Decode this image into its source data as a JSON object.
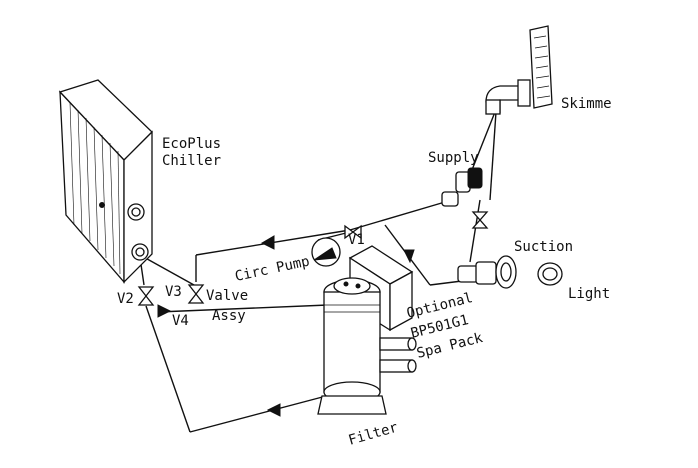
{
  "labels": {
    "chiller_line1": "EcoPlus",
    "chiller_line2": "Chiller",
    "supply": "Supply",
    "skimmer": "Skimme",
    "suction": "Suction",
    "light": "Light",
    "v1": "V1",
    "v2": "V2",
    "v3": "V3",
    "v4": "V4",
    "valve_line1": "Valve",
    "valve_line2": "Assy",
    "circ_pump": "Circ Pump",
    "optional_line1": "Optional",
    "optional_line2": "BP501G1",
    "optional_line3": "Spa Pack",
    "filter": "Filter"
  }
}
